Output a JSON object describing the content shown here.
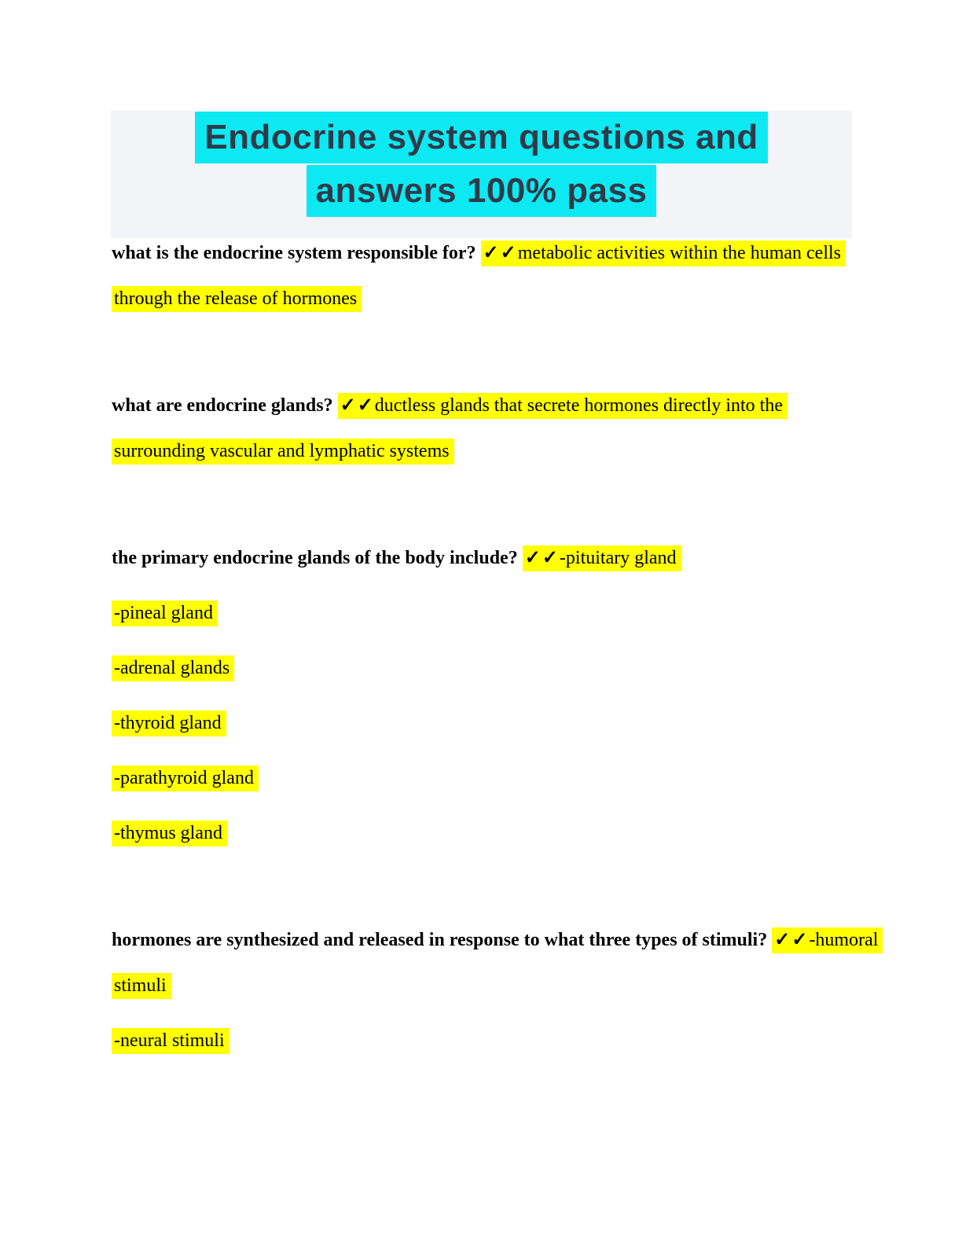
{
  "title": {
    "line1": "Endocrine system questions and",
    "line2": "answers 100% pass"
  },
  "colors": {
    "highlight_yellow": "#ffff00",
    "highlight_cyan": "#0de9f2",
    "header_band_bg": "#f2f4f8",
    "title_text": "#2f3a48"
  },
  "checkmark_icon": "✓✓",
  "qa_blocks": [
    {
      "question": "what is the endocrine system responsible for?",
      "checkmarks": "✓✓",
      "answer_paragraphs": [
        {
          "lines": [
            "metabolic activities within the human cells",
            "through the release of hormones"
          ]
        }
      ]
    },
    {
      "question": "what are endocrine glands?",
      "checkmarks": "✓✓",
      "answer_paragraphs": [
        {
          "lines": [
            "ductless glands that secrete hormones directly into the",
            "surrounding vascular and lymphatic systems"
          ]
        }
      ]
    },
    {
      "question": "the primary endocrine glands of the body include?",
      "checkmarks": "✓✓",
      "answer_paragraphs": [
        {
          "lines": [
            "-pituitary gland"
          ]
        },
        {
          "lines": [
            "-pineal gland"
          ]
        },
        {
          "lines": [
            "-adrenal glands"
          ]
        },
        {
          "lines": [
            "-thyroid gland"
          ]
        },
        {
          "lines": [
            "-parathyroid gland"
          ]
        },
        {
          "lines": [
            "-thymus gland"
          ]
        }
      ]
    },
    {
      "question": "hormones are synthesized and released in response to what three types of stimuli?",
      "checkmarks": "✓✓",
      "answer_paragraphs": [
        {
          "lines": [
            "-humoral",
            "stimuli"
          ]
        },
        {
          "lines": [
            "-neural stimuli"
          ]
        }
      ]
    }
  ]
}
